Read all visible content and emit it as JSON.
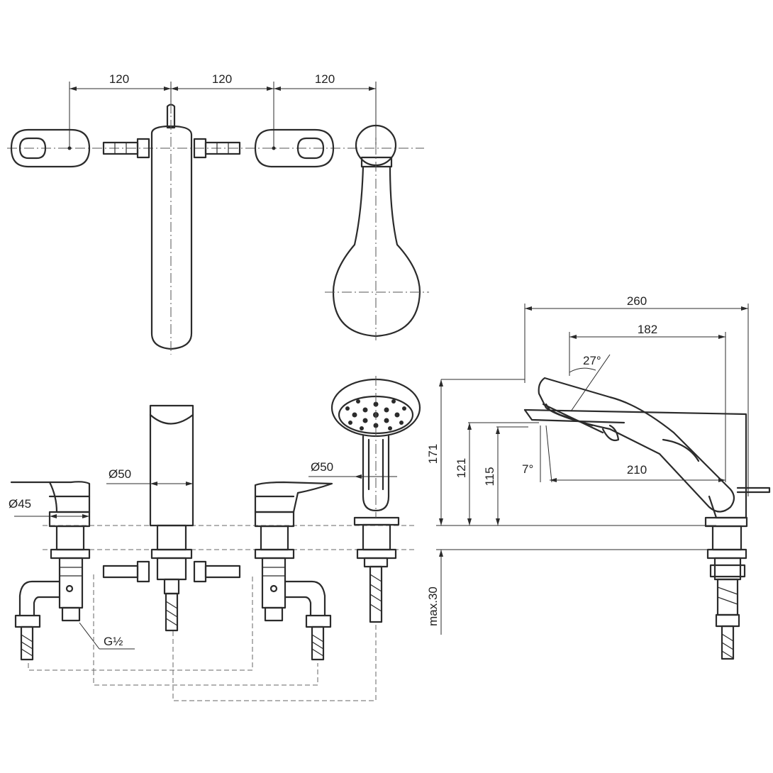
{
  "top_view": {
    "dims": [
      "120",
      "120",
      "120"
    ]
  },
  "front_view": {
    "dim_left_lever": "Ø45",
    "dim_spout": "Ø50",
    "dim_shower_holder": "Ø50",
    "thread_label": "G½"
  },
  "side_view": {
    "dim_overall_length": "260",
    "dim_shower_length": "182",
    "dim_spout_reach": "210",
    "dim_height_total": "171",
    "dim_height_shower": "121",
    "dim_height_spout": "115",
    "angle_top": "27°",
    "angle_bottom": "7°",
    "deck_thickness": "max.30"
  },
  "colors": {
    "ink": "#2b2b2b",
    "paper": "#ffffff"
  }
}
